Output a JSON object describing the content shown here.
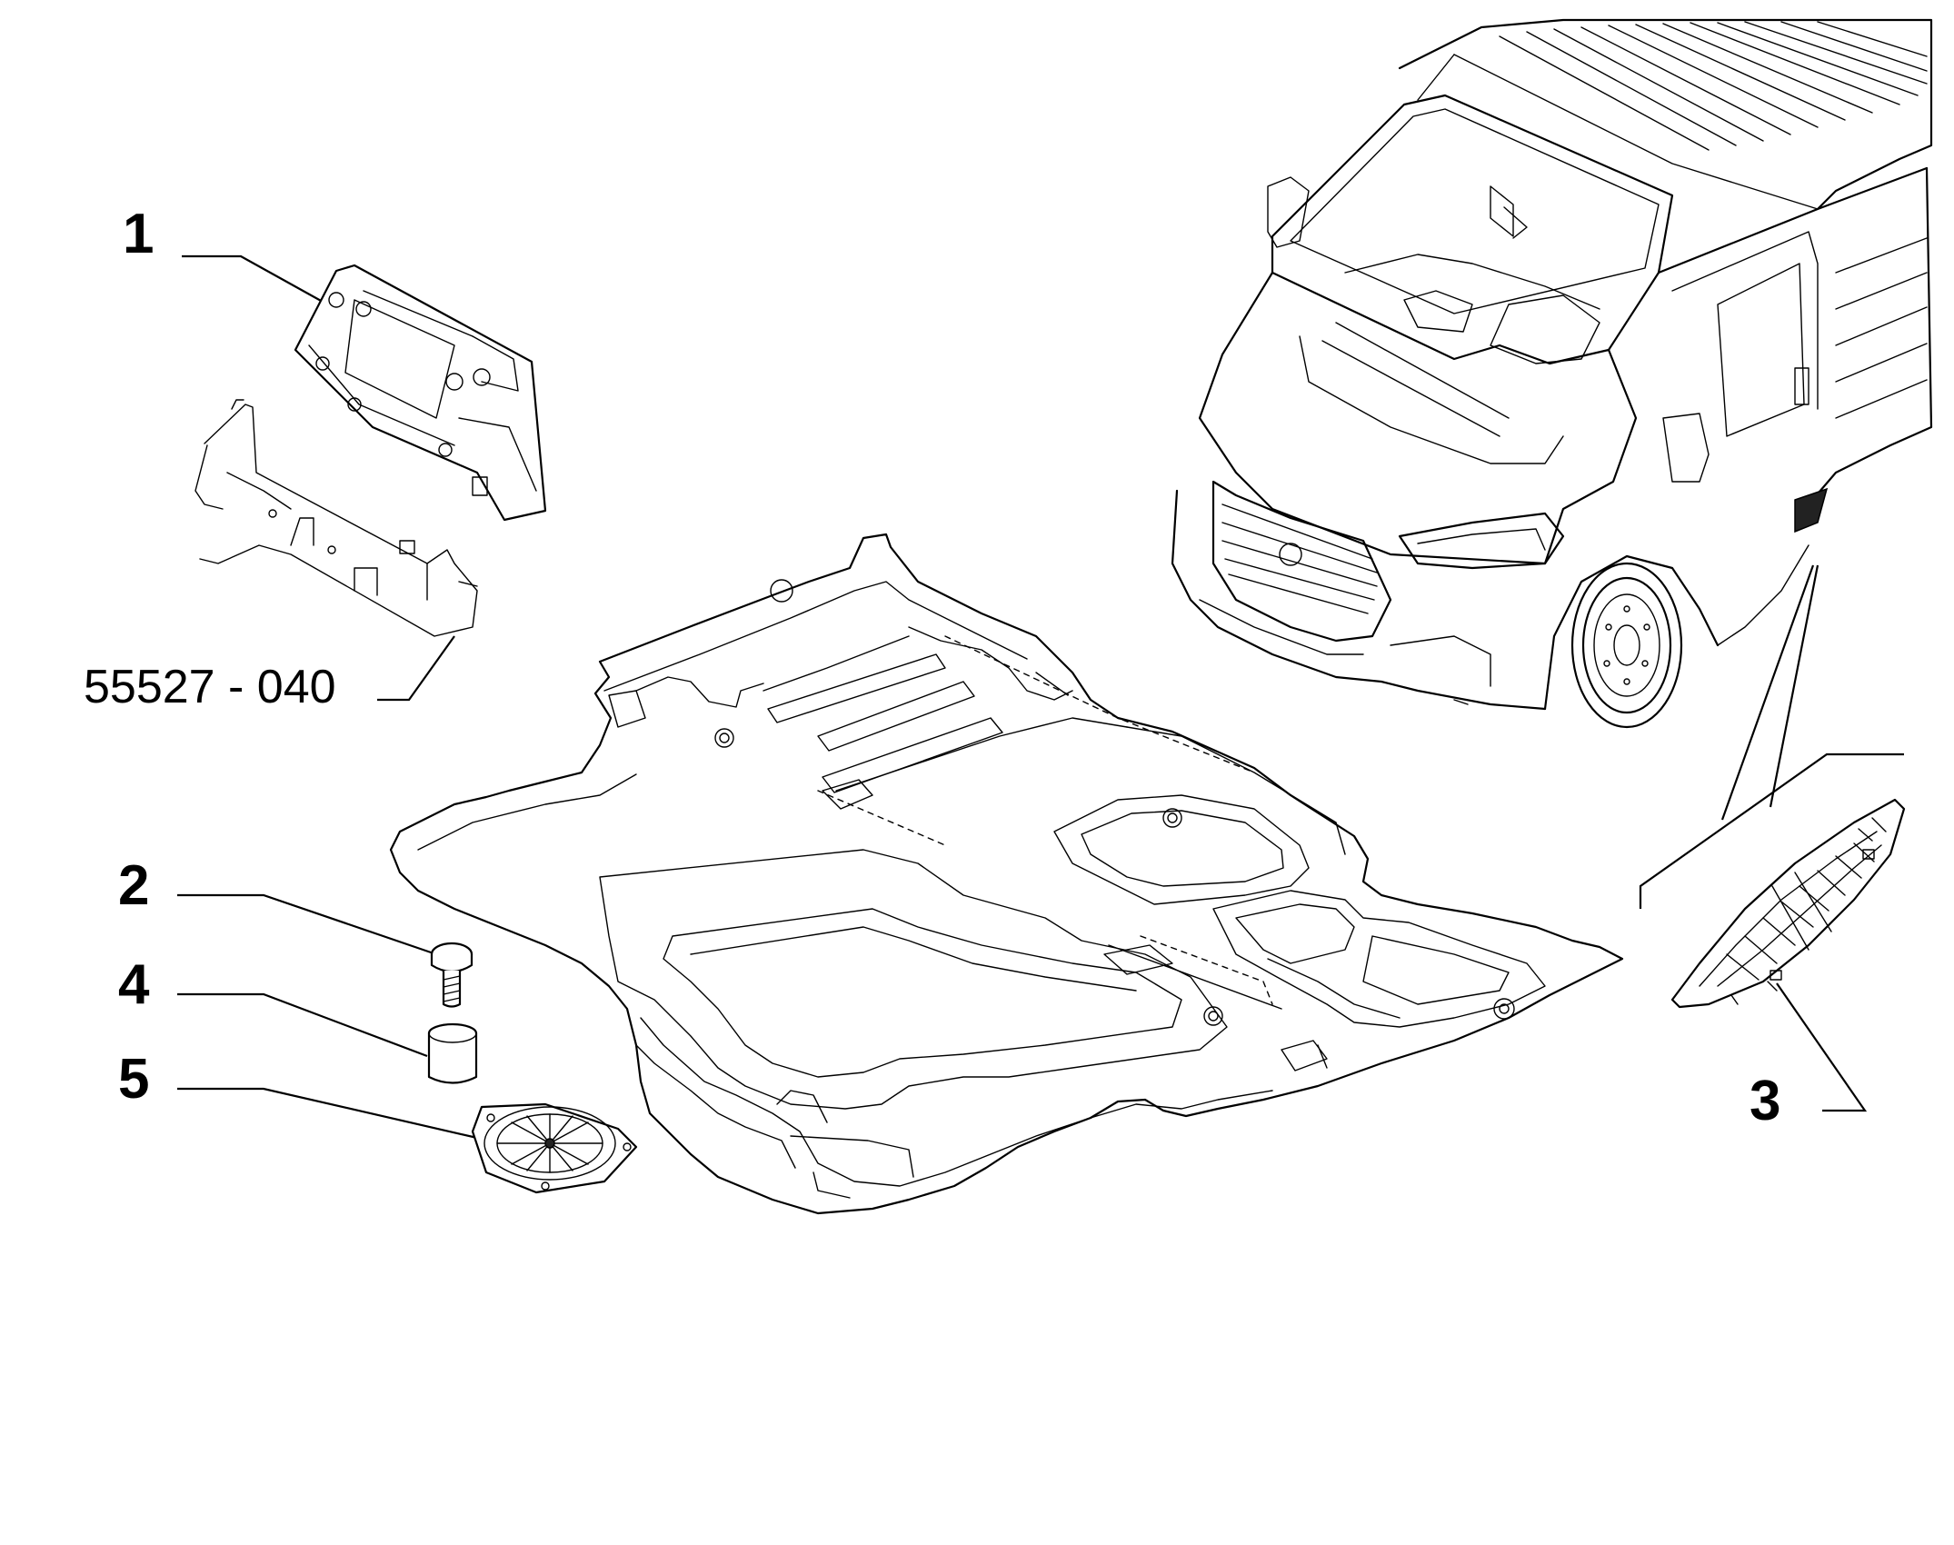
{
  "callouts": [
    {
      "id": "1",
      "text": "1"
    },
    {
      "id": "2",
      "text": "2"
    },
    {
      "id": "3",
      "text": "3"
    },
    {
      "id": "4",
      "text": "4"
    },
    {
      "id": "5",
      "text": "5"
    },
    {
      "id": "ref",
      "text": "55527 - 040"
    }
  ],
  "colors": {
    "line": "#000000",
    "background": "#ffffff"
  }
}
